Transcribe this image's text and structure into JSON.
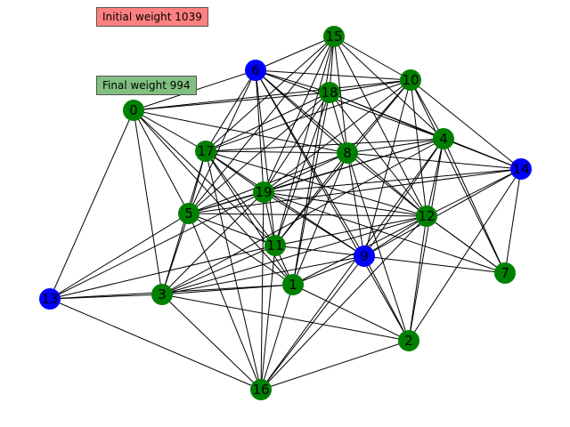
{
  "initial_weight_label": "Initial weight 1039",
  "final_weight_label": "Final weight 994",
  "colors": {
    "green": "#008000",
    "blue": "#0000ff",
    "edge": "#000000",
    "initial_box": "#ff8080",
    "final_box": "#80bf80"
  },
  "nodes": [
    {
      "id": "0",
      "color": "green"
    },
    {
      "id": "1",
      "color": "green"
    },
    {
      "id": "2",
      "color": "green"
    },
    {
      "id": "3",
      "color": "green"
    },
    {
      "id": "4",
      "color": "green"
    },
    {
      "id": "5",
      "color": "green"
    },
    {
      "id": "6",
      "color": "blue"
    },
    {
      "id": "7",
      "color": "green"
    },
    {
      "id": "8",
      "color": "green"
    },
    {
      "id": "9",
      "color": "blue"
    },
    {
      "id": "10",
      "color": "green"
    },
    {
      "id": "11",
      "color": "green"
    },
    {
      "id": "12",
      "color": "green"
    },
    {
      "id": "13",
      "color": "blue"
    },
    {
      "id": "14",
      "color": "blue"
    },
    {
      "id": "15",
      "color": "green"
    },
    {
      "id": "16",
      "color": "green"
    },
    {
      "id": "17",
      "color": "green"
    },
    {
      "id": "18",
      "color": "green"
    },
    {
      "id": "19",
      "color": "green"
    }
  ],
  "edges": [
    [
      "0",
      "6"
    ],
    [
      "0",
      "18"
    ],
    [
      "0",
      "10"
    ],
    [
      "0",
      "17"
    ],
    [
      "0",
      "5"
    ],
    [
      "0",
      "13"
    ],
    [
      "0",
      "3"
    ],
    [
      "0",
      "11"
    ],
    [
      "0",
      "1"
    ],
    [
      "0",
      "8"
    ],
    [
      "6",
      "15"
    ],
    [
      "6",
      "10"
    ],
    [
      "6",
      "18"
    ],
    [
      "6",
      "8"
    ],
    [
      "6",
      "4"
    ],
    [
      "6",
      "12"
    ],
    [
      "6",
      "2"
    ],
    [
      "6",
      "9"
    ],
    [
      "6",
      "17"
    ],
    [
      "6",
      "19"
    ],
    [
      "6",
      "5"
    ],
    [
      "6",
      "11"
    ],
    [
      "15",
      "18"
    ],
    [
      "15",
      "10"
    ],
    [
      "15",
      "8"
    ],
    [
      "15",
      "12"
    ],
    [
      "15",
      "17"
    ],
    [
      "15",
      "19"
    ],
    [
      "15",
      "11"
    ],
    [
      "15",
      "1"
    ],
    [
      "15",
      "4"
    ],
    [
      "15",
      "5"
    ],
    [
      "10",
      "18"
    ],
    [
      "10",
      "17"
    ],
    [
      "10",
      "8"
    ],
    [
      "10",
      "4"
    ],
    [
      "10",
      "12"
    ],
    [
      "10",
      "19"
    ],
    [
      "10",
      "11"
    ],
    [
      "10",
      "9"
    ],
    [
      "10",
      "14"
    ],
    [
      "10",
      "7"
    ],
    [
      "18",
      "17"
    ],
    [
      "18",
      "8"
    ],
    [
      "18",
      "4"
    ],
    [
      "18",
      "12"
    ],
    [
      "18",
      "19"
    ],
    [
      "18",
      "11"
    ],
    [
      "18",
      "1"
    ],
    [
      "18",
      "5"
    ],
    [
      "18",
      "14"
    ],
    [
      "17",
      "8"
    ],
    [
      "17",
      "4"
    ],
    [
      "17",
      "5"
    ],
    [
      "17",
      "19"
    ],
    [
      "17",
      "11"
    ],
    [
      "17",
      "9"
    ],
    [
      "17",
      "12"
    ],
    [
      "17",
      "1"
    ],
    [
      "17",
      "3"
    ],
    [
      "17",
      "16"
    ],
    [
      "8",
      "4"
    ],
    [
      "8",
      "19"
    ],
    [
      "8",
      "12"
    ],
    [
      "8",
      "9"
    ],
    [
      "8",
      "2"
    ],
    [
      "8",
      "5"
    ],
    [
      "8",
      "11"
    ],
    [
      "8",
      "14"
    ],
    [
      "8",
      "1"
    ],
    [
      "4",
      "19"
    ],
    [
      "4",
      "12"
    ],
    [
      "4",
      "9"
    ],
    [
      "4",
      "7"
    ],
    [
      "4",
      "2"
    ],
    [
      "4",
      "14"
    ],
    [
      "4",
      "5"
    ],
    [
      "4",
      "3"
    ],
    [
      "4",
      "16"
    ],
    [
      "14",
      "19"
    ],
    [
      "14",
      "12"
    ],
    [
      "14",
      "7"
    ],
    [
      "14",
      "2"
    ],
    [
      "14",
      "9"
    ],
    [
      "14",
      "5"
    ],
    [
      "19",
      "5"
    ],
    [
      "19",
      "12"
    ],
    [
      "19",
      "11"
    ],
    [
      "19",
      "9"
    ],
    [
      "19",
      "7"
    ],
    [
      "19",
      "3"
    ],
    [
      "19",
      "16"
    ],
    [
      "19",
      "13"
    ],
    [
      "5",
      "12"
    ],
    [
      "5",
      "11"
    ],
    [
      "5",
      "1"
    ],
    [
      "5",
      "3"
    ],
    [
      "5",
      "16"
    ],
    [
      "5",
      "13"
    ],
    [
      "12",
      "11"
    ],
    [
      "12",
      "9"
    ],
    [
      "12",
      "7"
    ],
    [
      "12",
      "3"
    ],
    [
      "12",
      "1"
    ],
    [
      "12",
      "16"
    ],
    [
      "11",
      "9"
    ],
    [
      "11",
      "1"
    ],
    [
      "11",
      "3"
    ],
    [
      "11",
      "13"
    ],
    [
      "11",
      "16"
    ],
    [
      "9",
      "7"
    ],
    [
      "9",
      "1"
    ],
    [
      "9",
      "3"
    ],
    [
      "9",
      "2"
    ],
    [
      "9",
      "16"
    ],
    [
      "1",
      "3"
    ],
    [
      "1",
      "2"
    ],
    [
      "1",
      "16"
    ],
    [
      "1",
      "13"
    ],
    [
      "3",
      "13"
    ],
    [
      "3",
      "2"
    ],
    [
      "3",
      "16"
    ],
    [
      "13",
      "16"
    ],
    [
      "2",
      "16"
    ],
    [
      "7",
      "12"
    ],
    [
      "2",
      "12"
    ]
  ]
}
